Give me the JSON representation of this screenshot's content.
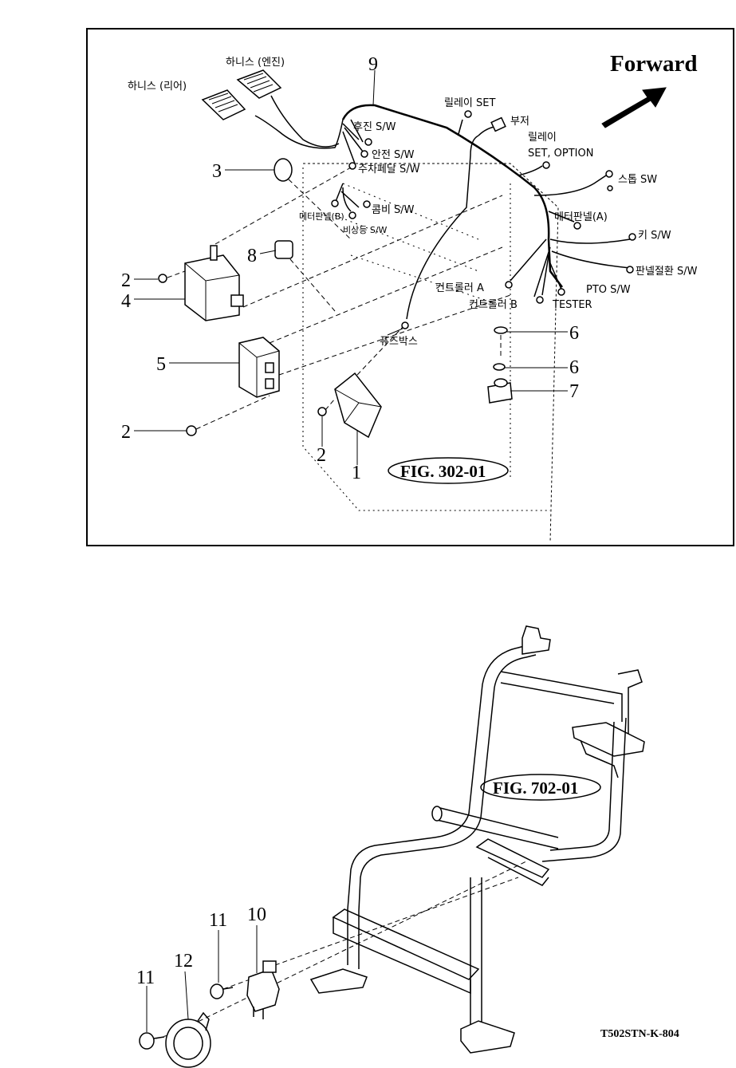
{
  "diagram_top": {
    "fig_label": "FIG. 302-01",
    "forward": "Forward",
    "labels": {
      "harness_engine": "하니스 (엔진)",
      "harness_rear": "하니스 (리어)",
      "relay_set": "릴레이 SET",
      "buzzer": "부저",
      "relay_line1": "릴레이",
      "relay_line2": "SET, OPTION",
      "reverse_sw": "후진 S/W",
      "safety_sw": "안전 S/W",
      "parking_pedal_sw": "주차페달 S/W",
      "stop_sw": "스톱 SW",
      "brake_sw": "콤비 S/W",
      "meter_panel_b": "메터판넬(B)",
      "hazard_sw": "비상등 S/W",
      "meter_panel_a": "메터판넬(A)",
      "key_sw": "키 S/W",
      "panel_switch_sw": "판넬절환 S/W",
      "pto_sw": "PTO S/W",
      "controller_a": "컨트롤러 A",
      "controller_b": "컨트롤러 B",
      "tester": "TESTER",
      "fuse_box": "퓨즈박스"
    },
    "callouts": {
      "n9": "9",
      "n3": "3",
      "n8": "8",
      "n2a": "2",
      "n4": "4",
      "n5": "5",
      "n2b": "2",
      "n2c": "2",
      "n1": "1",
      "n6a": "6",
      "n6b": "6",
      "n7": "7"
    }
  },
  "diagram_bottom": {
    "fig_label": "FIG. 702-01",
    "callouts": {
      "n11a": "11",
      "n10": "10",
      "n11b": "11",
      "n12": "12"
    },
    "doc_code": "T502STN-K-804"
  }
}
